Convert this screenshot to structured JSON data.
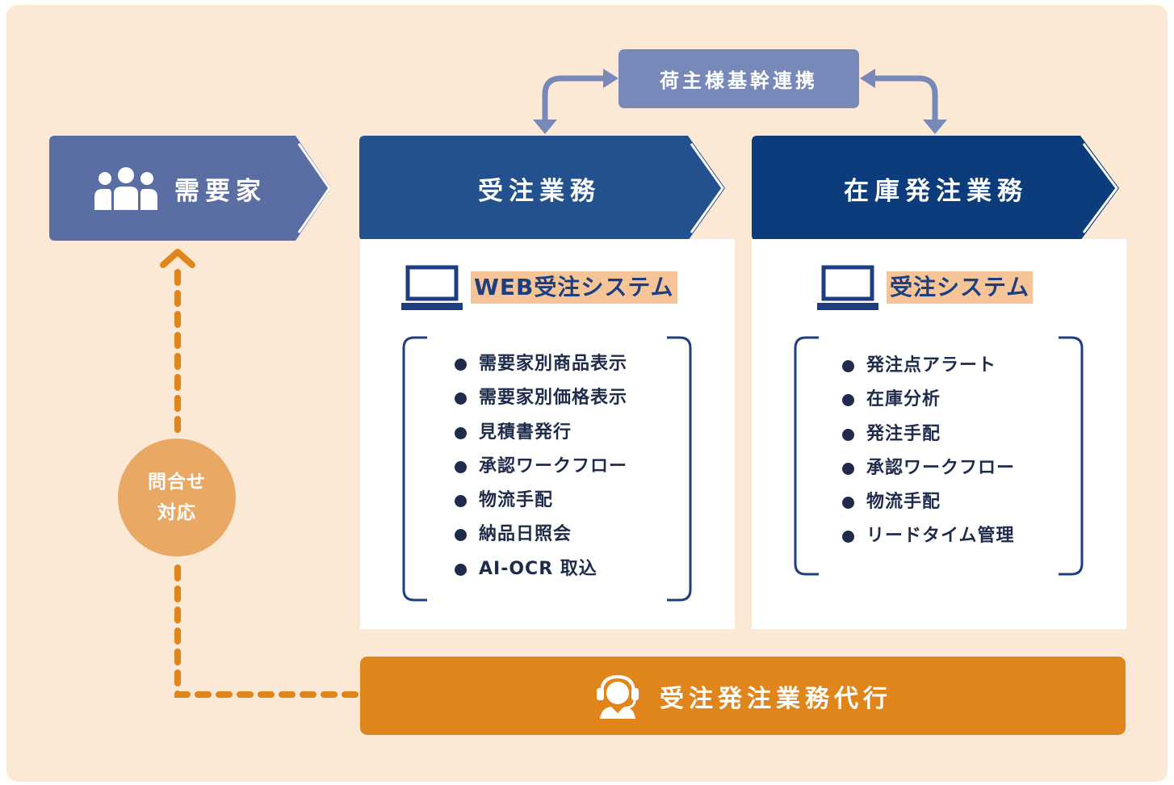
{
  "colors": {
    "background": "#fbe9d6",
    "demander_arrow": "#5b6ea4",
    "order_arrow": "#23518d",
    "stock_arrow": "#0d3c7c",
    "core_box": "#7888b9",
    "connector_blue": "#7888b9",
    "agency_bar": "#df851b",
    "inquiry_circle": "#e9a964",
    "dashed_line": "#df851b",
    "system_highlight": "#f6c597",
    "system_text": "#1d3f82",
    "list_text": "#1e2b4a"
  },
  "core_system": {
    "label": "荷主様基幹連携"
  },
  "stages": {
    "demander": {
      "label": "需要家",
      "icon": "people-icon"
    },
    "order": {
      "label": "受注業務"
    },
    "stock_order": {
      "label": "在庫発注業務"
    }
  },
  "web_order_system": {
    "title": "WEB受注システム",
    "icon": "laptop-icon",
    "features": [
      "需要家別商品表示",
      "需要家別価格表示",
      "見積書発行",
      "承認ワークフロー",
      "物流手配",
      "納品日照会",
      "AI-OCR 取込"
    ]
  },
  "order_system": {
    "title": "受注システム",
    "icon": "laptop-icon",
    "features": [
      "発注点アラート",
      "在庫分析",
      "発注手配",
      "承認ワークフロー",
      "物流手配",
      "リードタイム管理"
    ]
  },
  "inquiry": {
    "line1": "問合せ",
    "line2": "対応"
  },
  "agency": {
    "label": "受注発注業務代行",
    "icon": "headset-operator-icon"
  }
}
